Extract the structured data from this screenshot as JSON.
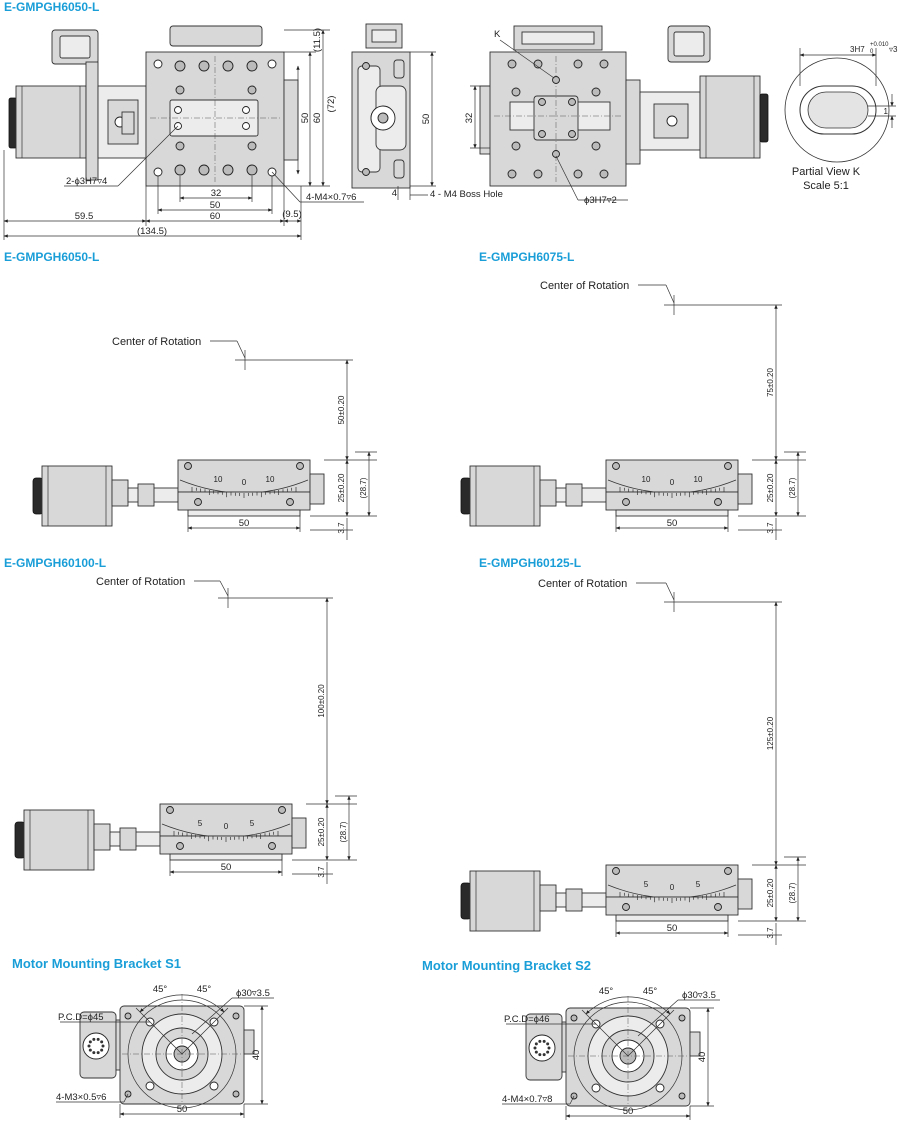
{
  "titles": {
    "top": "E-GMPGH6050-L",
    "g6050": "E-GMPGH6050-L",
    "g6075": "E-GMPGH6075-L",
    "g60100": "E-GMPGH60100-L",
    "g60125": "E-GMPGH60125-L",
    "s1": "Motor Mounting Bracket S1",
    "s2": "Motor Mounting Bracket S2"
  },
  "top_dims": {
    "d11_5": "(11.5)",
    "d72": "(72)",
    "d60": "60",
    "d50": "50",
    "d32": "32",
    "d50b": "50",
    "d60b": "60",
    "d9_5": "(9.5)",
    "d59_5": "59.5",
    "d134_5": "(134.5)",
    "holes_2phi": "2-ϕ3H7▿4",
    "m4_holes": "4-M4×0.7▿6",
    "boss_hole": "4 - M4 Boss Hole",
    "d4": "4",
    "side50": "50",
    "k": "K",
    "d32r": "32",
    "phi3h7": "ϕ3H7▿2"
  },
  "partial_view": {
    "label_line1": "Partial View K",
    "label_line2": "Scale 5:1",
    "dim_top": "3H7",
    "tol_top": "+0.010",
    "tol_bot": "0",
    "depth": "▿3",
    "one": "1"
  },
  "rotation": {
    "label": "Center of Rotation",
    "h50": "50±0.20",
    "h75": "75±0.20",
    "h100": "100±0.20",
    "h125": "125±0.20",
    "h25": "25±0.20",
    "h28_7": "(28.7)",
    "h3_7": "3.7",
    "w50": "50",
    "scale_left": "10",
    "scale_mid": "0",
    "scale_right": "10",
    "scale5_left": "5",
    "scale5_mid": "0",
    "scale5_right": "5"
  },
  "bracket_s1": {
    "a45l": "45°",
    "a45r": "45°",
    "phi30": "ϕ30▿3.5",
    "pcd": "P.C.D=ϕ45",
    "screws": "4-M3×0.5▿6",
    "w50": "50",
    "h40": "40"
  },
  "bracket_s2": {
    "a45l": "45°",
    "a45r": "45°",
    "phi30": "ϕ30▿3.5",
    "pcd": "P.C.D=ϕ46",
    "screws": "4-M4×0.7▿8",
    "w50": "50",
    "h40": "40"
  }
}
